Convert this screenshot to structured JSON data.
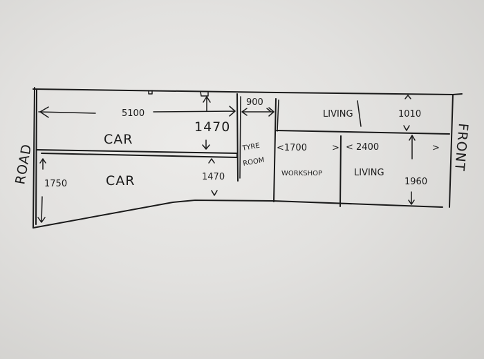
{
  "diagram": {
    "side_labels": {
      "rear": "ROAD",
      "front": "FRONT"
    },
    "rooms": {
      "car_top": "CAR",
      "car_bottom": "CAR",
      "tyre_room_line1": "TYRE",
      "tyre_room_line2": "ROOM",
      "living_top": "LIVING",
      "workshop": "WORKSHOP",
      "living_bottom": "LIVING"
    },
    "dimensions": {
      "garage_length": "5100",
      "car_top_width": "1470",
      "car_bottom_width": "1470",
      "car_bottom_left": "1750",
      "tyre_room_width": "900",
      "living_top_depth": "1010",
      "workshop_length": "<1700",
      "workshop_arrow_end": ">",
      "living_length": "< 2400",
      "living_arrow_end": ">",
      "living_bottom_depth": "1960"
    }
  }
}
